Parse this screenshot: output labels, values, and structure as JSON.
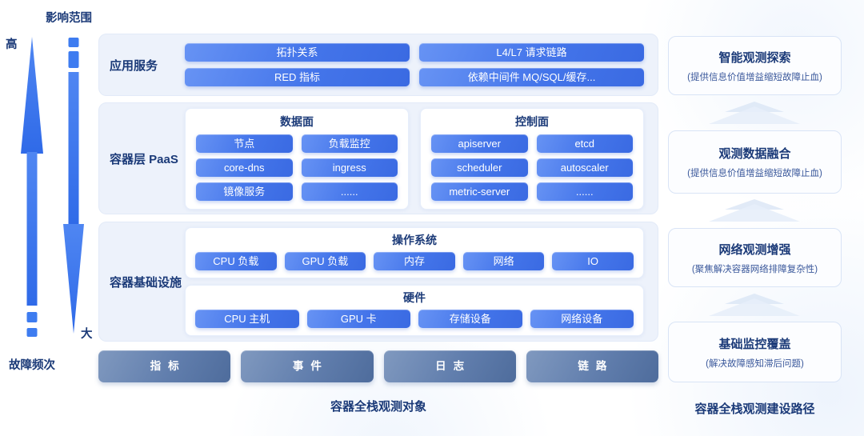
{
  "axes": {
    "impact_scope": "影响范围",
    "high": "高",
    "large": "大",
    "fault_frequency": "故障频次"
  },
  "main": {
    "rows": [
      {
        "label": "应用服务",
        "buttons": [
          "拓扑关系",
          "L4/L7 请求链路",
          "RED 指标",
          "依赖中间件 MQ/SQL/缓存..."
        ]
      },
      {
        "label": "容器层 PaaS",
        "panels": [
          {
            "title": "数据面",
            "buttons": [
              "节点",
              "负载监控",
              "core-dns",
              "ingress",
              "镜像服务",
              "......"
            ]
          },
          {
            "title": "控制面",
            "buttons": [
              "apiserver",
              "etcd",
              "scheduler",
              "autoscaler",
              "metric-server",
              "......"
            ]
          }
        ]
      },
      {
        "label": "容器基础设施",
        "panels": [
          {
            "title": "操作系统",
            "buttons": [
              "CPU 负载",
              "GPU 负载",
              "内存",
              "网络",
              "IO"
            ]
          },
          {
            "title": "硬件",
            "buttons": [
              "CPU 主机",
              "GPU 卡",
              "存储设备",
              "网络设备"
            ]
          }
        ]
      }
    ],
    "telemetry": [
      "指标",
      "事件",
      "日志",
      "链路"
    ],
    "caption": "容器全栈观测对象"
  },
  "path": {
    "panels": [
      {
        "title": "智能观测探索",
        "subtitle": "(提供信息价值增益缩短故障止血)"
      },
      {
        "title": "观测数据融合",
        "subtitle": "(提供信息价值增益缩短故障止血)"
      },
      {
        "title": "网络观测增强",
        "subtitle": "(聚焦解决容器网络排障复杂性)"
      },
      {
        "title": "基础监控覆盖",
        "subtitle": "(解决故障感知滞后问题)"
      }
    ],
    "caption": "容器全栈观测建设路径"
  },
  "colors": {
    "accent_blue": "#3e7cf0",
    "block_gradient_start": "#6793f4",
    "block_gradient_end": "#3a6ae2",
    "telemetry_gradient_start": "#8099bf",
    "telemetry_gradient_end": "#4e6c9c",
    "navy_text": "#1b3a78",
    "subtitle_text": "#3a589b",
    "row_background": "#edf2fb"
  }
}
